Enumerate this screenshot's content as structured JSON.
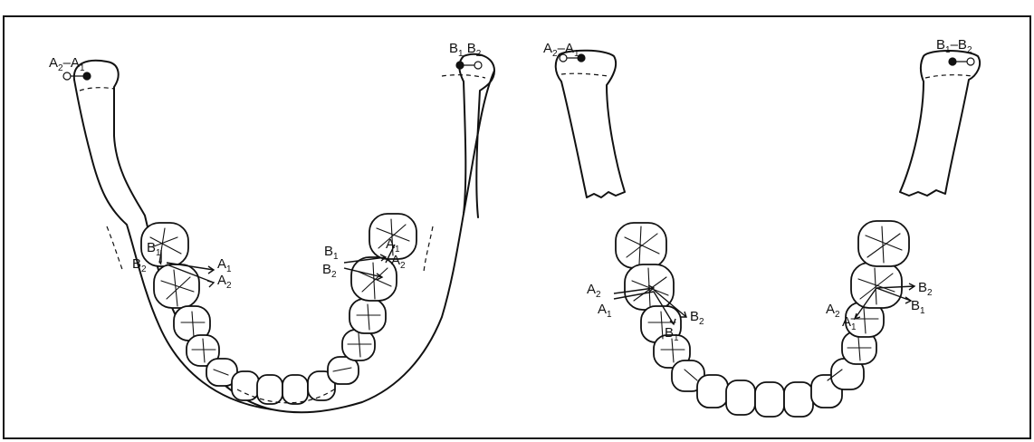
{
  "labels": {
    "left_condyle_left": "A2–A1",
    "left_condyle_right": "B1 B2",
    "left_molar_left_b": "B1",
    "left_molar_left_b2": "B2",
    "left_molar_left_a1": "A1",
    "left_molar_left_a2": "A2",
    "left_molar_right_b1": "B1",
    "left_molar_right_b2": "B2",
    "left_molar_right_a1": "A1",
    "left_molar_right_a2": "A2",
    "right_condyle_left": "A2–A1",
    "right_condyle_right": "B1–B2",
    "right_molar_left_a2": "A2",
    "right_molar_left_a1": "A1",
    "right_molar_left_b2": "B2",
    "right_molar_left_b1": "B1",
    "right_molar_right_b2": "B2",
    "right_molar_right_b1": "B1",
    "right_molar_right_a2": "A2",
    "right_molar_right_a1": "A1"
  },
  "colors": {
    "ink": "#111111",
    "paper": "#ffffff"
  }
}
